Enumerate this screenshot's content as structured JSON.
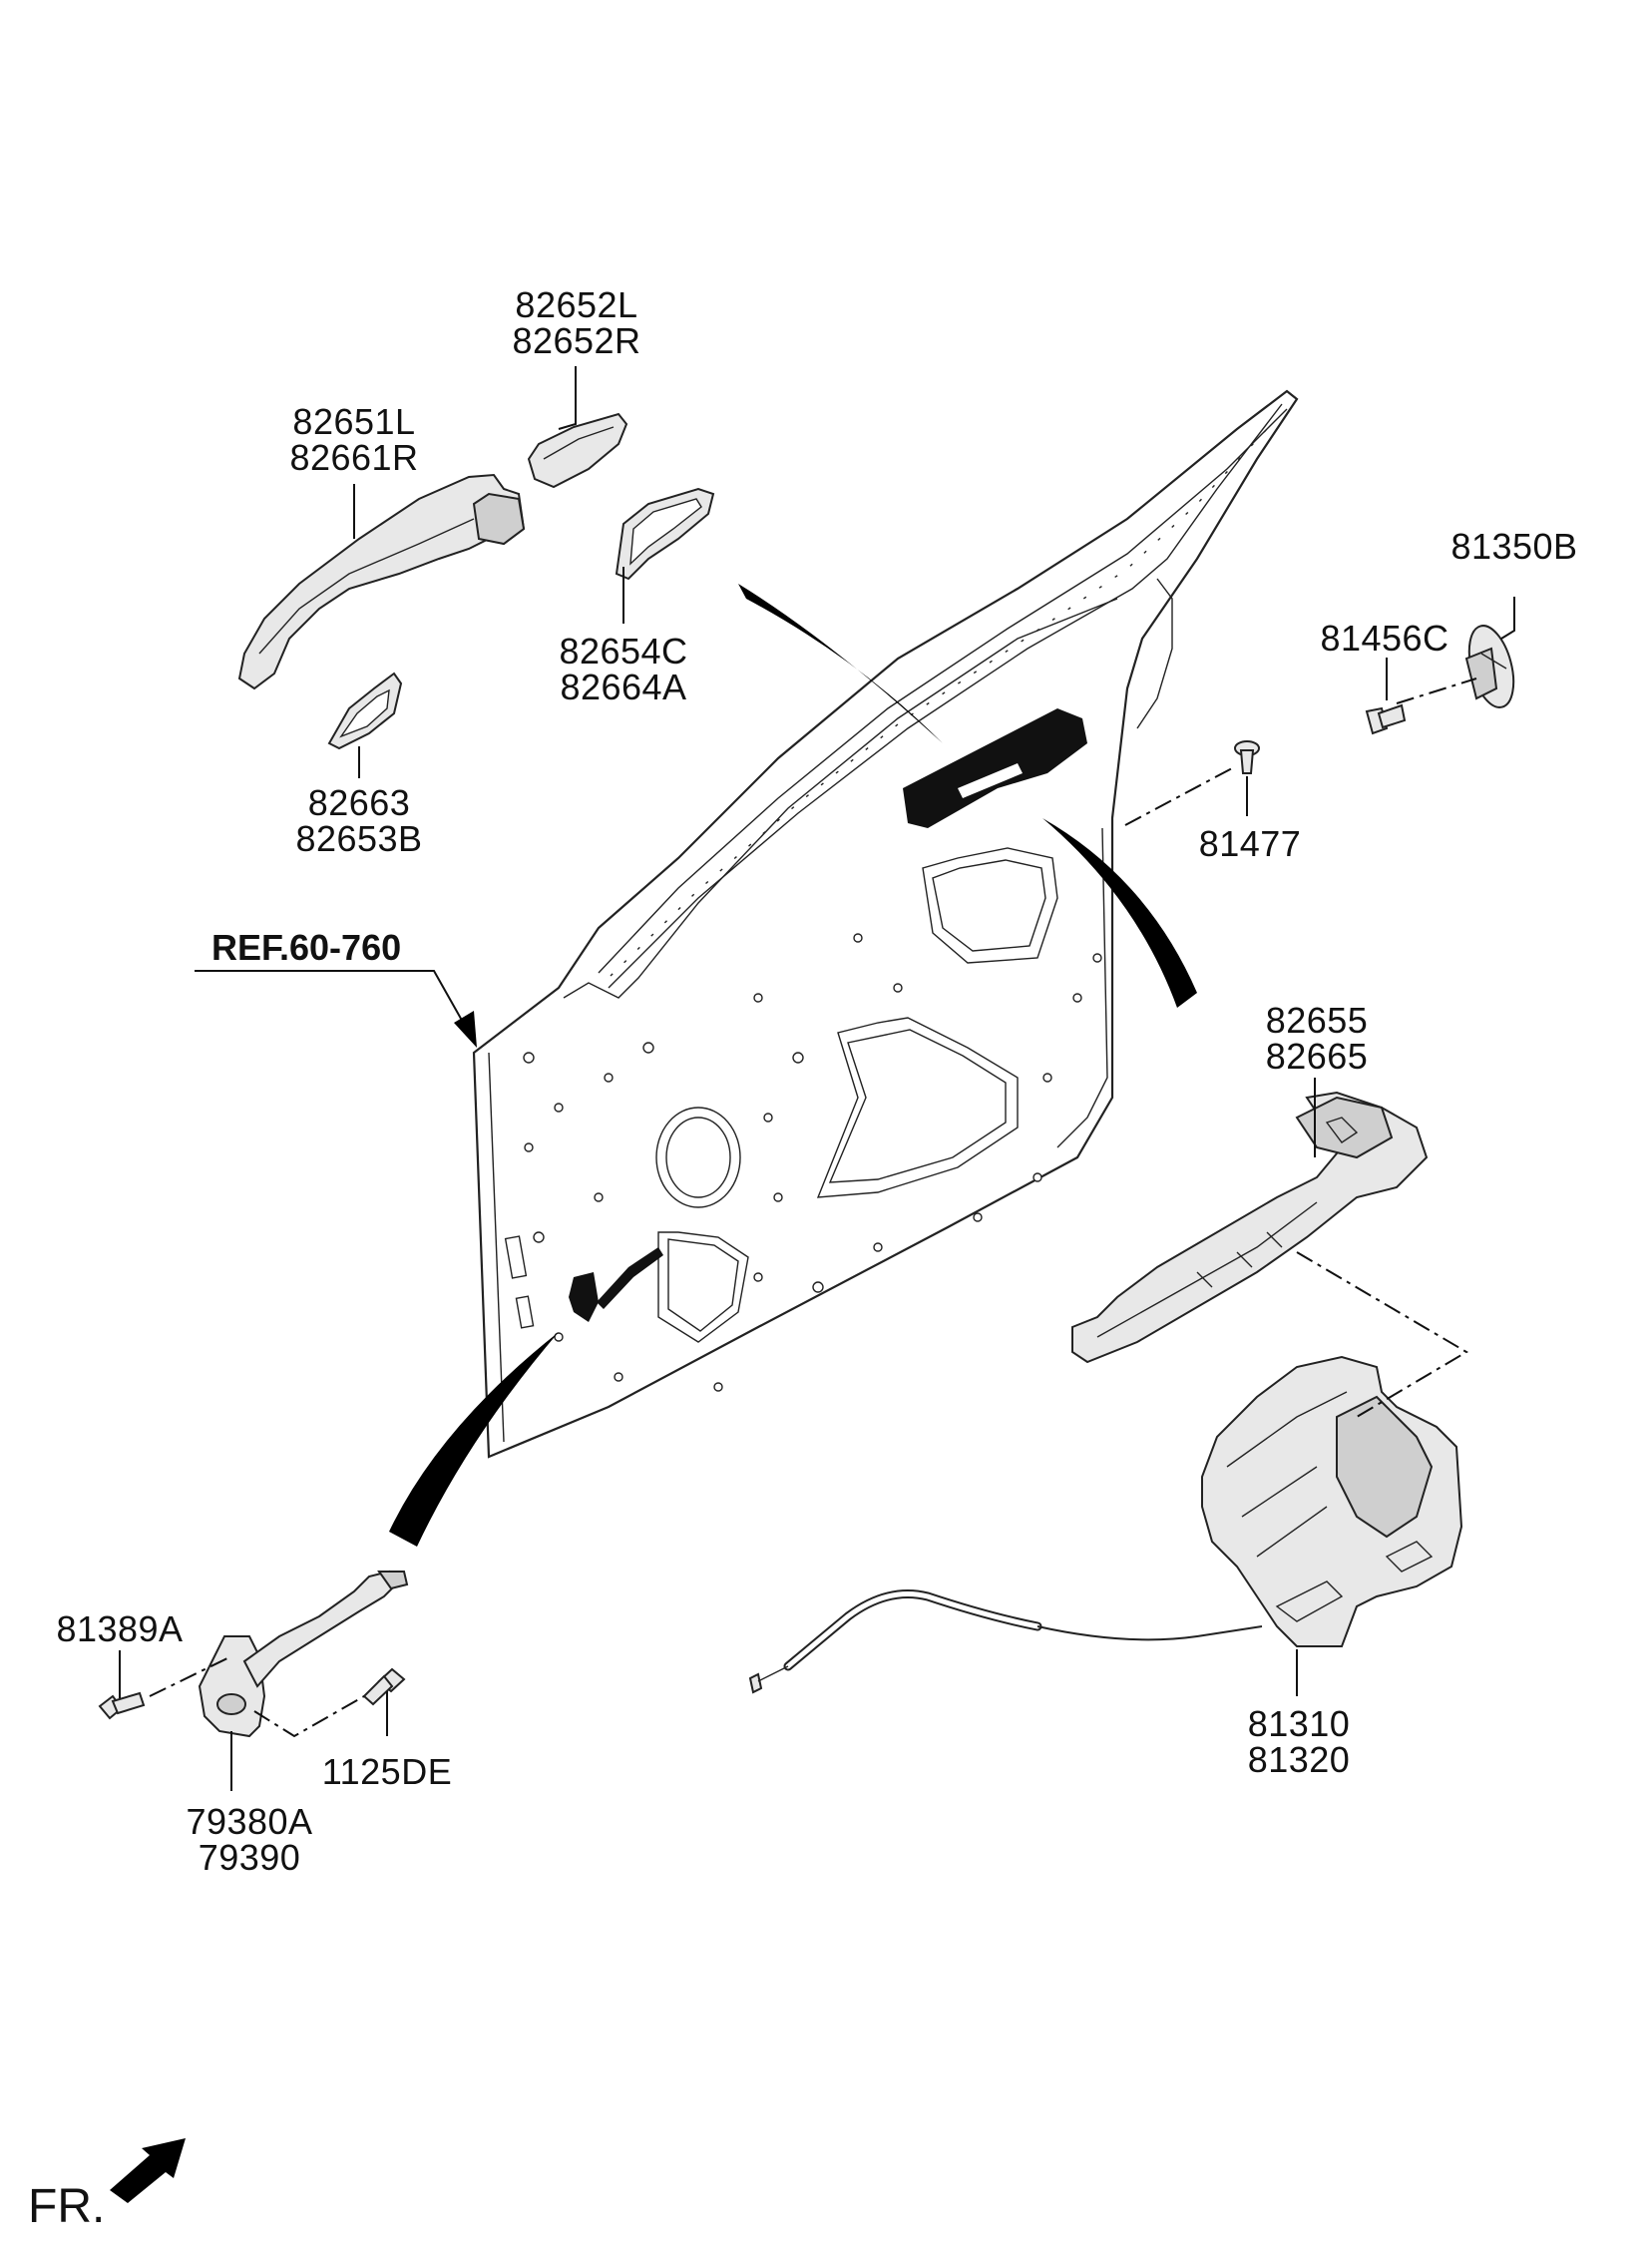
{
  "labels": {
    "p82652": [
      "82652L",
      "82652R"
    ],
    "p82651": [
      "82651L",
      "82661R"
    ],
    "p82654": [
      "82654C",
      "82664A"
    ],
    "p82663": [
      "82663",
      "82653B"
    ],
    "p81350": [
      "81350B"
    ],
    "p81456": [
      "81456C"
    ],
    "p81477": [
      "81477"
    ],
    "ref": "REF.60-760",
    "p82655": [
      "82655",
      "82665"
    ],
    "p81310": [
      "81310",
      "81320"
    ],
    "p81389": [
      "81389A"
    ],
    "p1125": [
      "1125DE"
    ],
    "p79380": [
      "79380A",
      "79390"
    ],
    "fr": "FR."
  }
}
